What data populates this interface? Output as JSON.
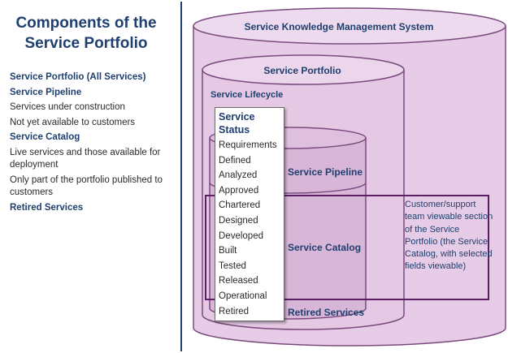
{
  "title": "Components of the Service Portfolio",
  "legend": [
    {
      "text": "Service Portfolio (All Services)",
      "bold": true
    },
    {
      "text": "Service Pipeline",
      "bold": true
    },
    {
      "text": "Services under construction",
      "bold": false
    },
    {
      "text": "Not yet available to customers",
      "bold": false
    },
    {
      "text": "Service Catalog",
      "bold": true
    },
    {
      "text": "Live services and those available for deployment",
      "bold": false
    },
    {
      "text": "Only part of the portfolio published to customers",
      "bold": false
    },
    {
      "text": "Retired Services",
      "bold": true
    }
  ],
  "diagram": {
    "skms_label": "Service Knowledge Management System",
    "portfolio_label": "Service Portfolio",
    "lifecycle_label": "Service Lifecycle",
    "pipeline_label": "Service Pipeline",
    "catalog_label": "Service Catalog",
    "retired_label": "Retired Services",
    "status_title": "Service Status",
    "status_items": [
      "Requirements",
      "Defined",
      "Analyzed",
      "Approved",
      "Chartered",
      "Designed",
      "Developed",
      "Built",
      "Tested",
      "Released",
      "Operational",
      "Retired"
    ],
    "catalog_note": "Customer/support team viewable section of the Service Portfolio (the Service Catalog, with selected fields viewable)"
  },
  "colors": {
    "title_blue": "#1f3f6e",
    "cylinder_fill": "#e4c9e4",
    "cylinder_stroke": "#7a4a7e",
    "catalog_border": "#5b2063"
  }
}
